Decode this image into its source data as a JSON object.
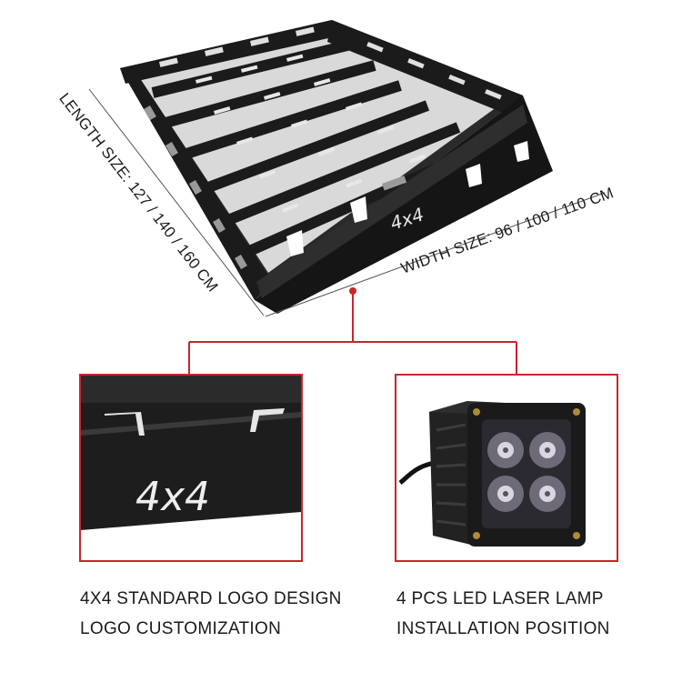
{
  "dimensions": {
    "length_label": "LENGTH SIZE: 127 / 140 / 160 CM",
    "width_label": "WIDTH SIZE: 96 / 100 / 110 CM"
  },
  "rack": {
    "logo_text": "4x4"
  },
  "detail_left": {
    "logo_text": "4x4",
    "caption_line1": "4X4 STANDARD LOGO DESIGN",
    "caption_line2": "LOGO CUSTOMIZATION"
  },
  "detail_right": {
    "caption_line1": "4 PCS LED LASER LAMP",
    "caption_line2": "INSTALLATION POSITION"
  },
  "colors": {
    "accent_red": "#c8262b",
    "rack_black": "#1b1b1b"
  }
}
